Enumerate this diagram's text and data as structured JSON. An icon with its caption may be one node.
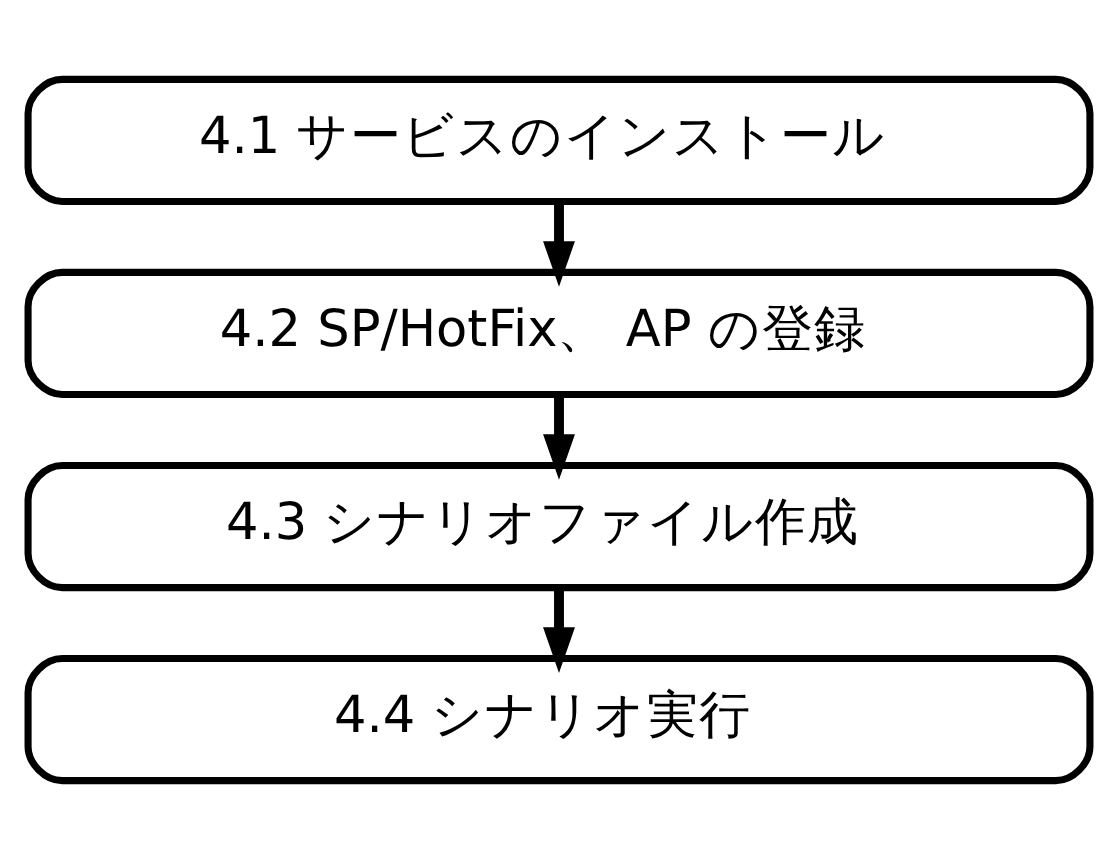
{
  "diagram": {
    "nodes": [
      {
        "text": [
          "4.1 サービスのインストール"
        ]
      },
      {
        "text": [
          "4.2 SP/HotFix、 AP の登録"
        ]
      },
      {
        "text": [
          "4.3 シナリオファイル作成"
        ]
      },
      {
        "text": [
          "4.4 シナリオ実行"
        ]
      }
    ],
    "edges": [
      {
        "from": 0,
        "to": 1,
        "arrow": "to"
      },
      {
        "from": 1,
        "to": 2,
        "arrow": "to"
      },
      {
        "from": 2,
        "to": 3,
        "arrow": "to"
      }
    ]
  }
}
